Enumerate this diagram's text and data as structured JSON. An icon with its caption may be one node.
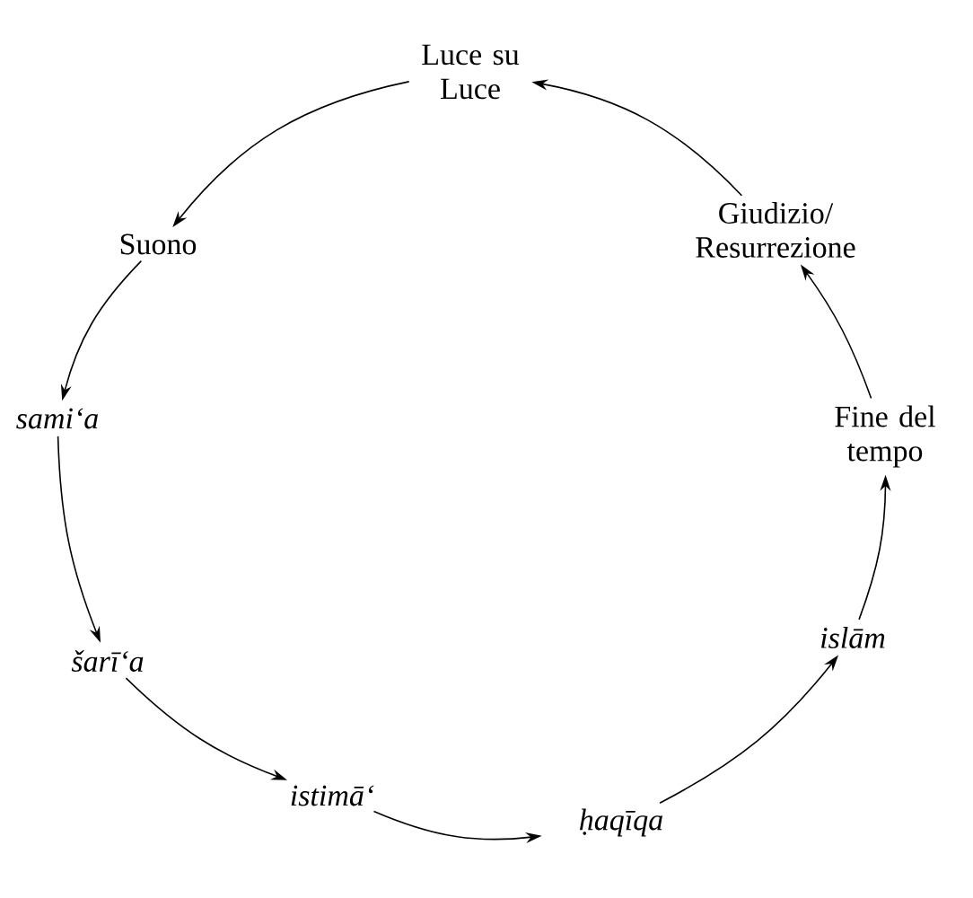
{
  "diagram": {
    "nodes": [
      {
        "text": [
          "Luce su Luce"
        ]
      },
      {
        "text": [
          "Suono"
        ]
      },
      {
        "text": [
          "sami‘a"
        ]
      },
      {
        "text": [
          "šarī‘a"
        ]
      },
      {
        "text": [
          "istimā‘"
        ]
      },
      {
        "text": [
          "ḥaqīqa"
        ]
      },
      {
        "text": [
          "islām"
        ]
      },
      {
        "text": [
          "Fine del tempo"
        ]
      },
      {
        "text": [
          "Giudizio/ Resurrezione"
        ]
      }
    ],
    "edges": [
      {
        "from": 0,
        "to": 1,
        "arrow": "to"
      },
      {
        "from": 1,
        "to": 2,
        "arrow": "to"
      },
      {
        "from": 2,
        "to": 3,
        "arrow": "to"
      },
      {
        "from": 3,
        "to": 4,
        "arrow": "to"
      },
      {
        "from": 4,
        "to": 5,
        "arrow": "to"
      },
      {
        "from": 5,
        "to": 6,
        "arrow": "to"
      },
      {
        "from": 6,
        "to": 7,
        "arrow": "to"
      },
      {
        "from": 7,
        "to": 8,
        "arrow": "to"
      },
      {
        "from": 8,
        "to": 0,
        "arrow": "to"
      }
    ]
  }
}
